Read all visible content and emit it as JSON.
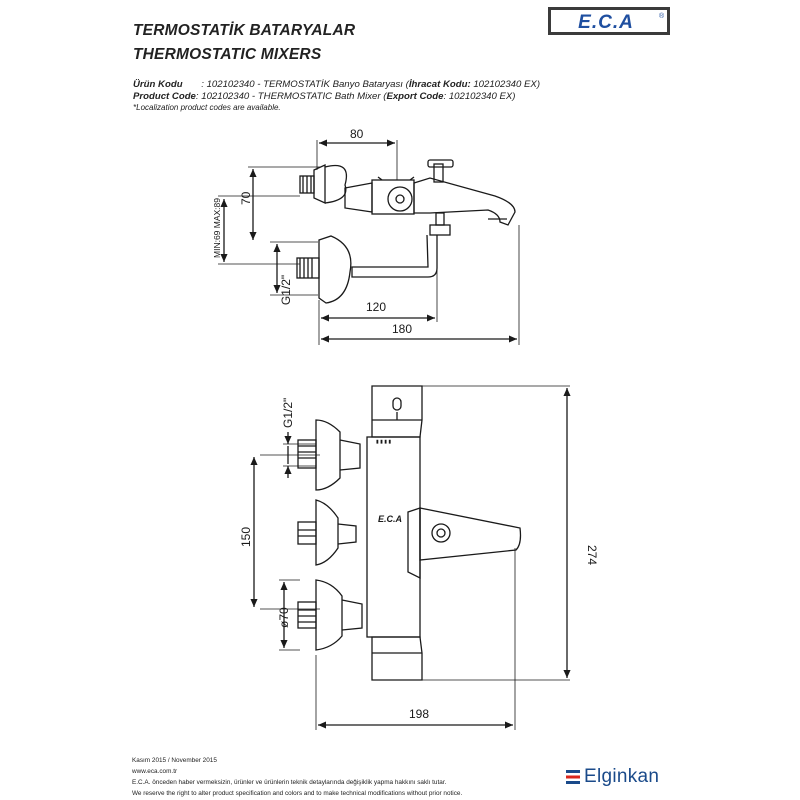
{
  "header": {
    "title_tr": "TERMOSTATİK BATARYALAR",
    "title_en": "THERMOSTATIC MIXERS",
    "logo_text": "E.C.A",
    "logo_mark": "®"
  },
  "product": {
    "tr_label": "Ürün Kodu",
    "tr_sep": "       : ",
    "tr_value": "102102340 - TERMOSTATİK Banyo Bataryası (",
    "tr_export_label": "İhracat Kodu:",
    "tr_export_value": " 102102340 EX)",
    "en_label": "Product Code",
    "en_sep": ": ",
    "en_value": "102102340 - THERMOSTATIC Bath Mixer (",
    "en_export_label": "Export Code",
    "en_export_value": ": 102102340 EX)",
    "note": "*Localization product codes are available."
  },
  "dimensions": {
    "top_80": "80",
    "top_70": "70",
    "top_min_max": "MIN:69  MAX:89",
    "top_g12": "G1/2\"",
    "top_120": "120",
    "top_180": "180",
    "front_g12": "G1/2\"",
    "front_150": "150",
    "front_dia70": "ø70",
    "front_274": "274",
    "front_198": "198"
  },
  "footer": {
    "date": "Kasım 2015 / November 2015",
    "url": "www.eca.com.tr",
    "notice_tr": "E.C.A. önceden haber vermeksizin, ürünler ve ürünlerin teknik detaylarında değişiklik yapma hakkını saklı tutar.",
    "notice_en": "We reserve the right to alter product specification and colors and to make technical modifications without prior notice.",
    "brand": "Elginkan",
    "brand_colors": [
      "#1a4a8a",
      "#d9261c"
    ]
  }
}
